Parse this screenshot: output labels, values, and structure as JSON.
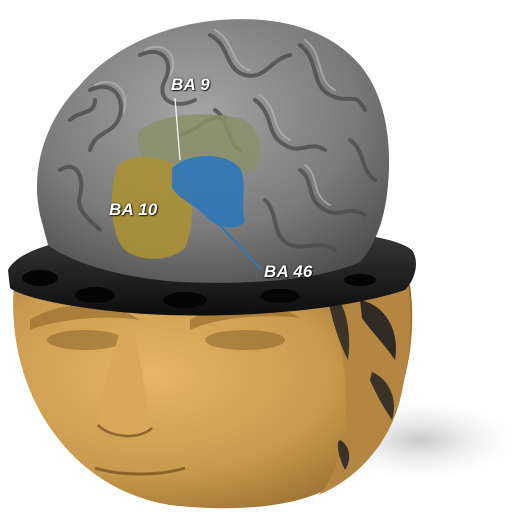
{
  "labels": {
    "ba9": "BA 9",
    "ba10": "BA 10",
    "ba46": "BA 46"
  },
  "colors": {
    "background": "#ffffff",
    "cortex": "#7d7d7d",
    "cortex_dark": "#4a4a4a",
    "ba9_region": "#8a8f6a",
    "ba10_region": "#a89036",
    "ba46_region": "#2f77b8",
    "skin": "#c99a4e",
    "skin_dark": "#7a5522",
    "skull_cut": "#1a1a1a",
    "label_text": "#ffffff"
  }
}
